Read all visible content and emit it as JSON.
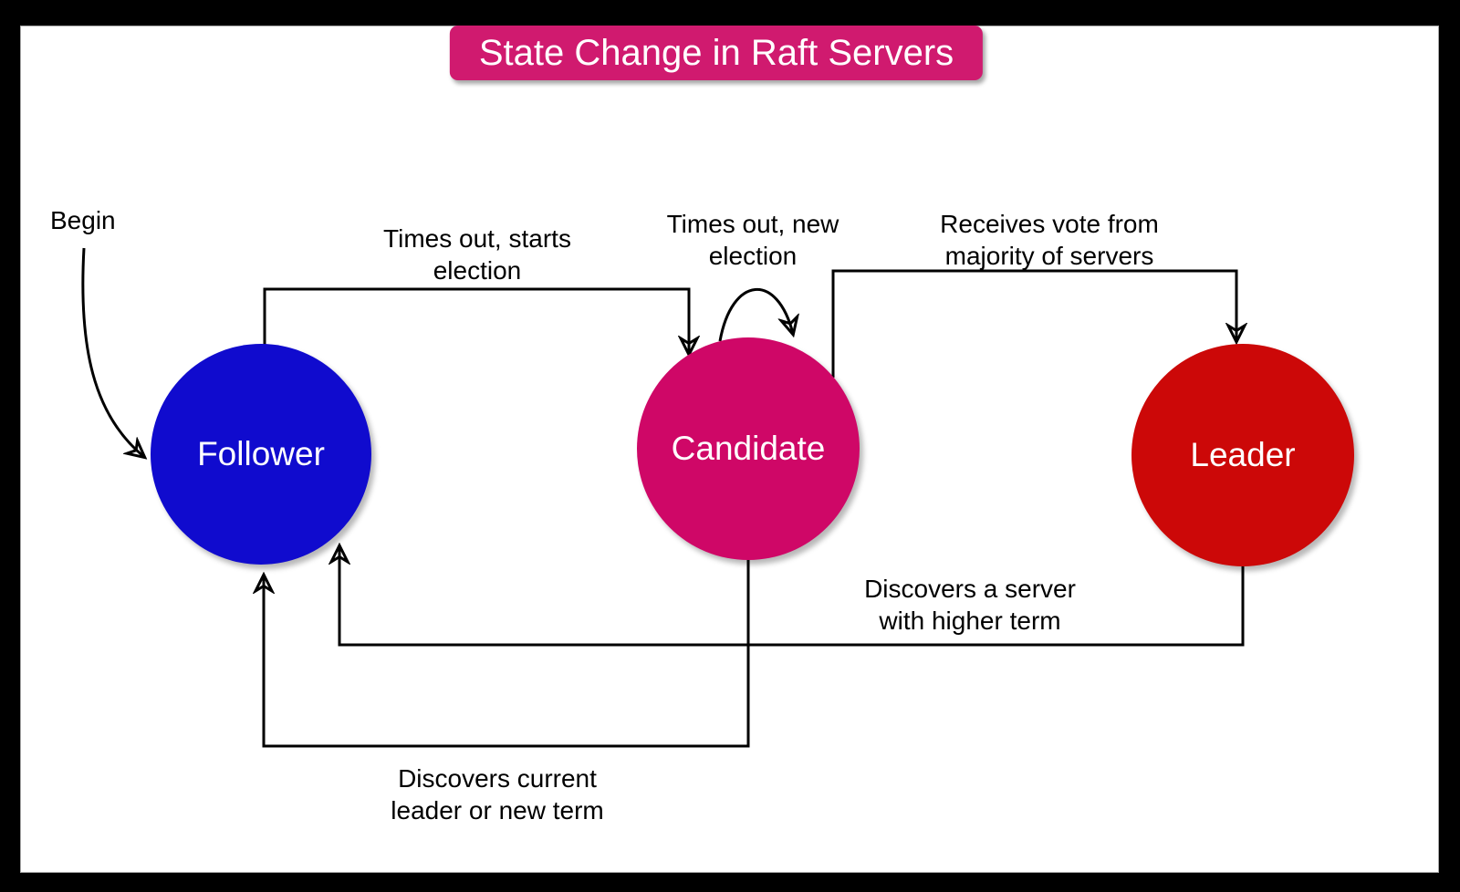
{
  "title": "State Change in Raft Servers",
  "colors": {
    "banner": "#d01a6f",
    "follower": "#100bce",
    "candidate": "#cf0767",
    "leader": "#cc0808",
    "edge": "#000000",
    "canvas": "#ffffff",
    "frame": "#000000",
    "node_text": "#ffffff",
    "label_text": "#000000"
  },
  "nodes": [
    {
      "id": "follower",
      "label": "Follower"
    },
    {
      "id": "candidate",
      "label": "Candidate"
    },
    {
      "id": "leader",
      "label": "Leader"
    }
  ],
  "edges": [
    {
      "id": "begin",
      "from": "start",
      "to": "follower",
      "label": "Begin",
      "lines": [
        "Begin"
      ]
    },
    {
      "id": "follower-to-candidate",
      "from": "follower",
      "to": "candidate",
      "label": "Times out, starts election",
      "lines": [
        "Times out, starts",
        "election"
      ]
    },
    {
      "id": "candidate-self-loop",
      "from": "candidate",
      "to": "candidate",
      "label": "Times out, new election",
      "lines": [
        "Times out, new",
        "election"
      ]
    },
    {
      "id": "candidate-to-leader",
      "from": "candidate",
      "to": "leader",
      "label": "Receives vote from majority of servers",
      "lines": [
        "Receives vote from",
        "majority of servers"
      ]
    },
    {
      "id": "leader-to-follower",
      "from": "leader",
      "to": "follower",
      "label": "Discovers a server with higher term",
      "lines": [
        "Discovers a server",
        "with higher term"
      ]
    },
    {
      "id": "candidate-to-follower",
      "from": "candidate",
      "to": "follower",
      "label": "Discovers current leader or new term",
      "lines": [
        "Discovers current",
        "leader or new term"
      ]
    }
  ]
}
